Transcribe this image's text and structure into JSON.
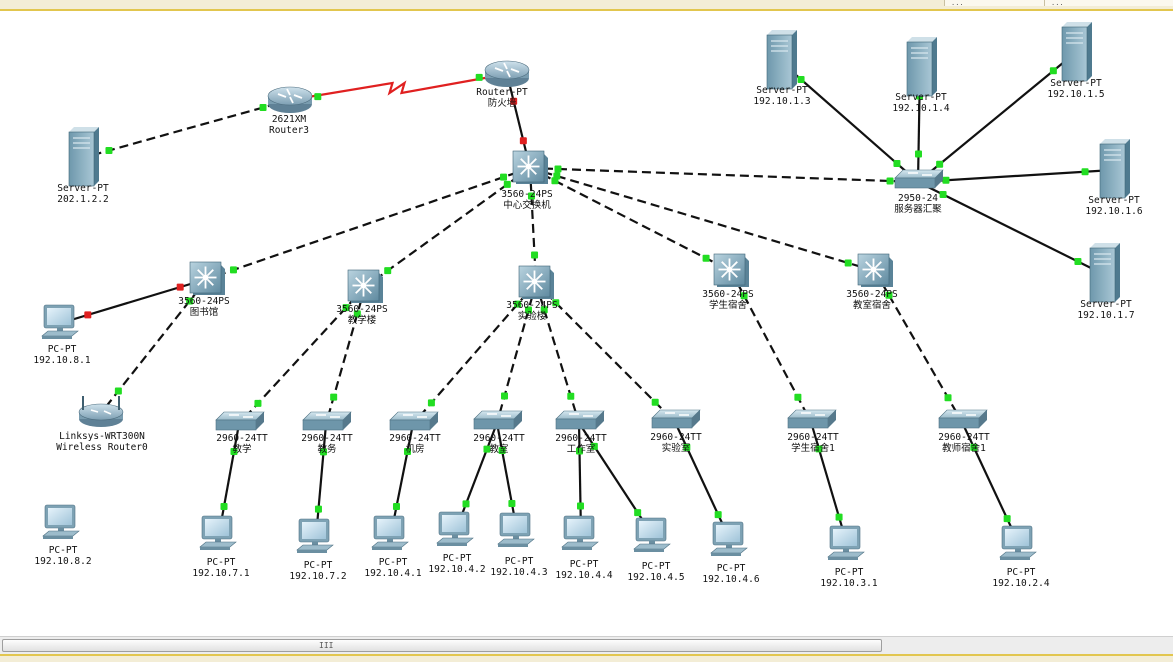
{
  "header": {
    "tab1": "...",
    "tab2": "..."
  },
  "scrollbar": {
    "grip": "III"
  },
  "colors": {
    "link_serial": "#e02020",
    "link_ethernet": "#111111",
    "port_up": "#22dd22",
    "port_down": "#e02020"
  },
  "devices": [
    {
      "id": "router3",
      "icon": "router-icon",
      "model": "2621XM",
      "name": "Router3"
    },
    {
      "id": "firewall",
      "icon": "router-icon",
      "model": "Router-PT",
      "name": "防火墙"
    },
    {
      "id": "server-202",
      "icon": "server-icon",
      "model": "Server-PT",
      "name": "202.1.2.2"
    },
    {
      "id": "core",
      "icon": "multilayer-switch-icon",
      "model": "3560-24PS",
      "name": "中心交换机"
    },
    {
      "id": "srv-agg",
      "icon": "switch-icon",
      "model": "2950-24",
      "name": "服务器汇聚"
    },
    {
      "id": "srv3",
      "icon": "server-icon",
      "model": "Server-PT",
      "name": "192.10.1.3"
    },
    {
      "id": "srv4",
      "icon": "server-icon",
      "model": "Server-PT",
      "name": "192.10.1.4"
    },
    {
      "id": "srv5",
      "icon": "server-icon",
      "model": "Server-PT",
      "name": "192.10.1.5"
    },
    {
      "id": "srv6",
      "icon": "server-icon",
      "model": "Server-PT",
      "name": "192.10.1.6"
    },
    {
      "id": "srv7",
      "icon": "server-icon",
      "model": "Server-PT",
      "name": "192.10.1.7"
    },
    {
      "id": "lib",
      "icon": "multilayer-switch-icon",
      "model": "3560-24PS",
      "name": "图书馆"
    },
    {
      "id": "teach",
      "icon": "multilayer-switch-icon",
      "model": "3560-24PS",
      "name": "教学楼"
    },
    {
      "id": "lab",
      "icon": "multilayer-switch-icon",
      "model": "3560-24PS",
      "name": "实验楼"
    },
    {
      "id": "dorm",
      "icon": "multilayer-switch-icon",
      "model": "3560-24PS",
      "name": "学生宿舍"
    },
    {
      "id": "tdorm",
      "icon": "multilayer-switch-icon",
      "model": "3560-24PS",
      "name": "教室宿舍"
    },
    {
      "id": "pc-lib1",
      "icon": "pc-icon",
      "model": "PC-PT",
      "name": "192.10.8.1"
    },
    {
      "id": "wrt",
      "icon": "wireless-router-icon",
      "model": "Linksys-WRT300N",
      "name": "Wireless Router0"
    },
    {
      "id": "pc-lib2",
      "icon": "pc-icon",
      "model": "PC-PT",
      "name": "192.10.8.2"
    },
    {
      "id": "sw-jx",
      "icon": "switch-icon",
      "model": "2960-24TT",
      "name": "教学"
    },
    {
      "id": "sw-jw",
      "icon": "switch-icon",
      "model": "2960-24TT",
      "name": "教务"
    },
    {
      "id": "sw-jf",
      "icon": "switch-icon",
      "model": "2960-24TT",
      "name": "机房"
    },
    {
      "id": "sw-js",
      "icon": "switch-icon",
      "model": "2960-24TT",
      "name": "教室"
    },
    {
      "id": "sw-gz",
      "icon": "switch-icon",
      "model": "2960-24TT",
      "name": "工作室"
    },
    {
      "id": "sw-sy",
      "icon": "switch-icon",
      "model": "2960-24TT",
      "name": "实验室"
    },
    {
      "id": "sw-ss1",
      "icon": "switch-icon",
      "model": "2960-24TT",
      "name": "学生宿舍1"
    },
    {
      "id": "sw-ts1",
      "icon": "switch-icon",
      "model": "2960-24TT",
      "name": "教师宿舍1"
    },
    {
      "id": "pc71",
      "icon": "pc-icon",
      "model": "PC-PT",
      "name": "192.10.7.1"
    },
    {
      "id": "pc72",
      "icon": "pc-icon",
      "model": "PC-PT",
      "name": "192.10.7.2"
    },
    {
      "id": "pc41",
      "icon": "pc-icon",
      "model": "PC-PT",
      "name": "192.10.4.1"
    },
    {
      "id": "pc42",
      "icon": "pc-icon",
      "model": "PC-PT",
      "name": "192.10.4.2"
    },
    {
      "id": "pc43",
      "icon": "pc-icon",
      "model": "PC-PT",
      "name": "192.10.4.3"
    },
    {
      "id": "pc44",
      "icon": "pc-icon",
      "model": "PC-PT",
      "name": "192.10.4.4"
    },
    {
      "id": "pc45",
      "icon": "pc-icon",
      "model": "PC-PT",
      "name": "192.10.4.5"
    },
    {
      "id": "pc46",
      "icon": "pc-icon",
      "model": "PC-PT",
      "name": "192.10.4.6"
    },
    {
      "id": "pc31",
      "icon": "pc-icon",
      "model": "PC-PT",
      "name": "192.10.3.1"
    },
    {
      "id": "pc24",
      "icon": "pc-icon",
      "model": "PC-PT",
      "name": "192.10.2.4"
    }
  ],
  "links": [
    {
      "a": "router3",
      "b": "firewall",
      "type": "serial"
    },
    {
      "a": "router3",
      "b": "server-202",
      "type": "dashed"
    },
    {
      "a": "firewall",
      "b": "core",
      "type": "solid",
      "end_a": "down",
      "end_b": "down"
    },
    {
      "a": "core",
      "b": "srv-agg",
      "type": "dashed"
    },
    {
      "a": "core",
      "b": "lib",
      "type": "dashed"
    },
    {
      "a": "core",
      "b": "teach",
      "type": "dashed"
    },
    {
      "a": "core",
      "b": "lab",
      "type": "dashed"
    },
    {
      "a": "core",
      "b": "dorm",
      "type": "dashed"
    },
    {
      "a": "core",
      "b": "tdorm",
      "type": "dashed"
    },
    {
      "a": "srv-agg",
      "b": "srv3",
      "type": "solid"
    },
    {
      "a": "srv-agg",
      "b": "srv4",
      "type": "solid"
    },
    {
      "a": "srv-agg",
      "b": "srv5",
      "type": "solid"
    },
    {
      "a": "srv-agg",
      "b": "srv6",
      "type": "solid"
    },
    {
      "a": "srv-agg",
      "b": "srv7",
      "type": "solid"
    },
    {
      "a": "lib",
      "b": "pc-lib1",
      "type": "solid",
      "end_a": "down",
      "end_b": "down"
    },
    {
      "a": "lib",
      "b": "wrt",
      "type": "dashed"
    },
    {
      "a": "teach",
      "b": "sw-jx",
      "type": "dashed"
    },
    {
      "a": "teach",
      "b": "sw-jw",
      "type": "dashed"
    },
    {
      "a": "lab",
      "b": "sw-jf",
      "type": "dashed"
    },
    {
      "a": "lab",
      "b": "sw-js",
      "type": "dashed"
    },
    {
      "a": "lab",
      "b": "sw-gz",
      "type": "dashed"
    },
    {
      "a": "lab",
      "b": "sw-sy",
      "type": "dashed"
    },
    {
      "a": "dorm",
      "b": "sw-ss1",
      "type": "dashed"
    },
    {
      "a": "tdorm",
      "b": "sw-ts1",
      "type": "dashed"
    },
    {
      "a": "sw-jx",
      "b": "pc71",
      "type": "solid"
    },
    {
      "a": "sw-jw",
      "b": "pc72",
      "type": "solid"
    },
    {
      "a": "sw-jf",
      "b": "pc41",
      "type": "solid"
    },
    {
      "a": "sw-js",
      "b": "pc42",
      "type": "solid"
    },
    {
      "a": "sw-js",
      "b": "pc43",
      "type": "solid"
    },
    {
      "a": "sw-gz",
      "b": "pc44",
      "type": "solid"
    },
    {
      "a": "sw-gz",
      "b": "pc45",
      "type": "solid"
    },
    {
      "a": "sw-sy",
      "b": "pc46",
      "type": "solid"
    },
    {
      "a": "sw-ss1",
      "b": "pc31",
      "type": "solid"
    },
    {
      "a": "sw-ts1",
      "b": "pc24",
      "type": "solid"
    }
  ]
}
